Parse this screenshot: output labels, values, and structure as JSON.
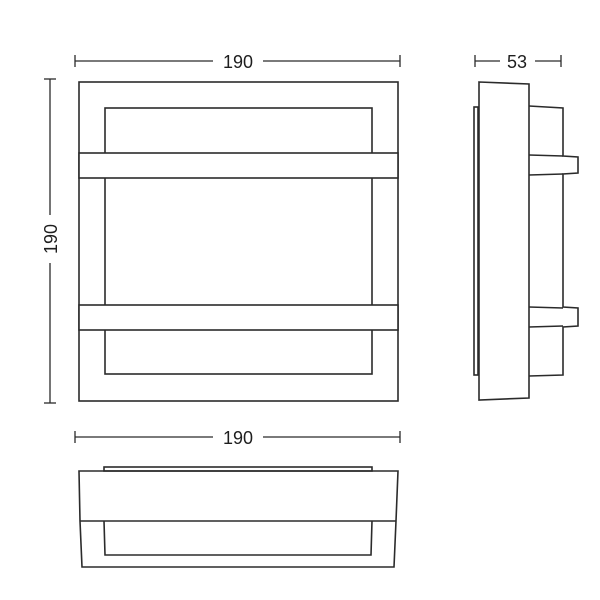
{
  "drawing": {
    "type": "technical dimension drawing",
    "units": "mm",
    "line_color": "#2b2b2b",
    "background": "#ffffff"
  },
  "views": {
    "front": {
      "label": "front-view"
    },
    "side": {
      "label": "side-view"
    },
    "bottom": {
      "label": "bottom-view"
    }
  },
  "dimensions": {
    "front_width": "190",
    "front_height": "190",
    "side_depth": "53",
    "bottom_width": "190"
  }
}
